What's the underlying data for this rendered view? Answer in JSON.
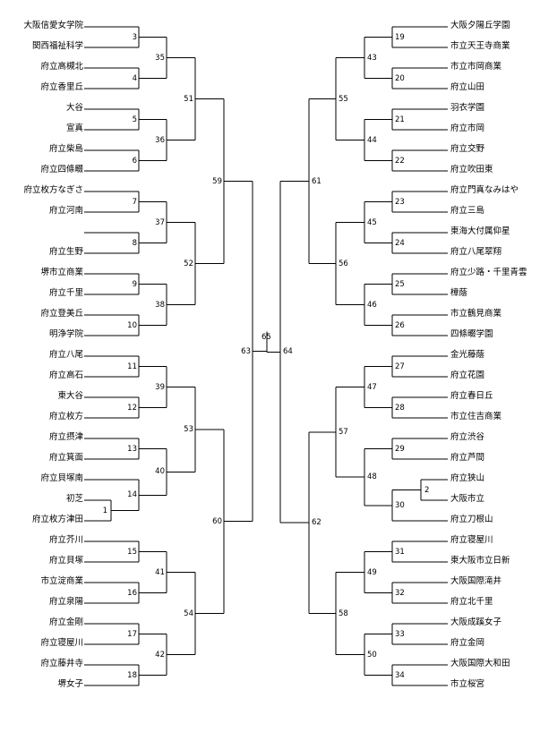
{
  "left_teams": [
    "大阪信愛女学院",
    "関西福祉科学",
    "府立高槻北",
    "府立香里丘",
    "大谷",
    "宣真",
    "府立柴島",
    "府立四條畷",
    "府立枚方なぎさ",
    "府立河南",
    "",
    "府立生野",
    "堺市立商業",
    "府立千里",
    "府立登美丘",
    "明浄学院",
    "府立八尾",
    "府立高石",
    "東大谷",
    "府立枚方",
    "府立摂津",
    "府立箕面",
    "府立貝塚南",
    "初芝",
    "府立枚方津田",
    "府立芥川",
    "府立貝塚",
    "市立淀商業",
    "府立泉陽",
    "府立金剛",
    "府立寝屋川",
    "府立藤井寺",
    "堺女子"
  ],
  "right_teams": [
    "大阪夕陽丘学園",
    "市立天王寺商業",
    "市立市岡商業",
    "府立山田",
    "羽衣学園",
    "府立市岡",
    "府立交野",
    "府立吹田東",
    "府立門真なみはや",
    "府立三島",
    "東海大付属仰星",
    "府立八尾翠翔",
    "府立少路・千里青雲",
    "樟蔭",
    "市立鶴見商業",
    "四條畷学園",
    "金光藤蔭",
    "府立花園",
    "府立春日丘",
    "市立住吉商業",
    "府立渋谷",
    "府立芦間",
    "府立狭山",
    "大阪市立",
    "府立刀根山",
    "府立寝屋川",
    "東大阪市立日新",
    "大阪国際滝井",
    "府立北千里",
    "大阪成蹊女子",
    "府立金岡",
    "大阪国際大和田",
    "市立桜宮"
  ],
  "left_match_numbers": [
    "1",
    "3",
    "4",
    "5",
    "6",
    "7",
    "8",
    "9",
    "10",
    "11",
    "12",
    "13",
    "14",
    "15",
    "16",
    "17",
    "18",
    "35",
    "36",
    "37",
    "38",
    "39",
    "40",
    "41",
    "42",
    "51",
    "52",
    "53",
    "54",
    "59",
    "60",
    "63"
  ],
  "right_match_numbers": [
    "2",
    "19",
    "20",
    "21",
    "22",
    "23",
    "24",
    "25",
    "26",
    "27",
    "28",
    "29",
    "30",
    "31",
    "32",
    "33",
    "34",
    "43",
    "44",
    "45",
    "46",
    "47",
    "48",
    "49",
    "50",
    "55",
    "56",
    "57",
    "58",
    "61",
    "62",
    "64"
  ],
  "final_match_number": "65"
}
